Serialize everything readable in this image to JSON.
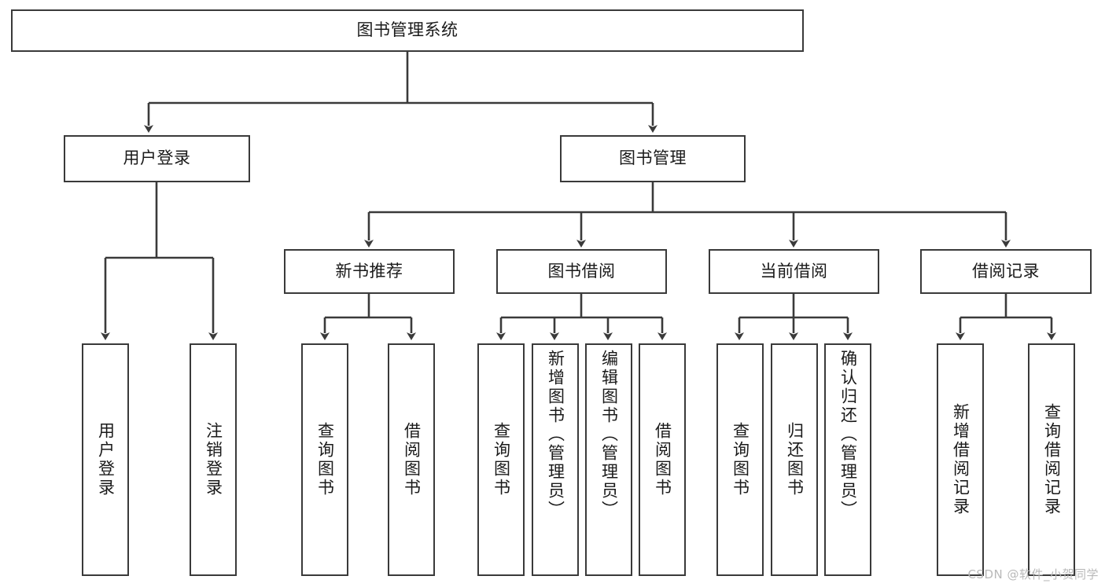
{
  "diagram": {
    "type": "tree-hierarchy",
    "title": "图书管理系统",
    "colors": {
      "box_border": "#3a3a3a",
      "box_fill": "#ffffff",
      "connector": "#3a3a3a",
      "text": "#1a1a1a",
      "watermark": "#b9b9b9",
      "background": "#ffffff"
    },
    "root": {
      "label": "图书管理系统"
    },
    "level2": [
      {
        "label": "用户登录"
      },
      {
        "label": "图书管理"
      }
    ],
    "level3": [
      {
        "label": "新书推荐"
      },
      {
        "label": "图书借阅"
      },
      {
        "label": "当前借阅"
      },
      {
        "label": "借阅记录"
      }
    ],
    "leaves": {
      "user_login": [
        {
          "label": "用户登录"
        },
        {
          "label": "注销登录"
        }
      ],
      "new_book_recommend": [
        {
          "label": "查询图书"
        },
        {
          "label": "借阅图书"
        }
      ],
      "book_borrow": [
        {
          "label": "查询图书"
        },
        {
          "label": "新增图书（管理员）"
        },
        {
          "label": "编辑图书（管理员）"
        },
        {
          "label": "借阅图书"
        }
      ],
      "current_borrow": [
        {
          "label": "查询图书"
        },
        {
          "label": "归还图书"
        },
        {
          "label": "确认归还（管理员）"
        }
      ],
      "borrow_record": [
        {
          "label": "新增借阅记录"
        },
        {
          "label": "查询借阅记录"
        }
      ]
    }
  },
  "watermark": {
    "text": "CSDN @软件_小贺同学"
  }
}
